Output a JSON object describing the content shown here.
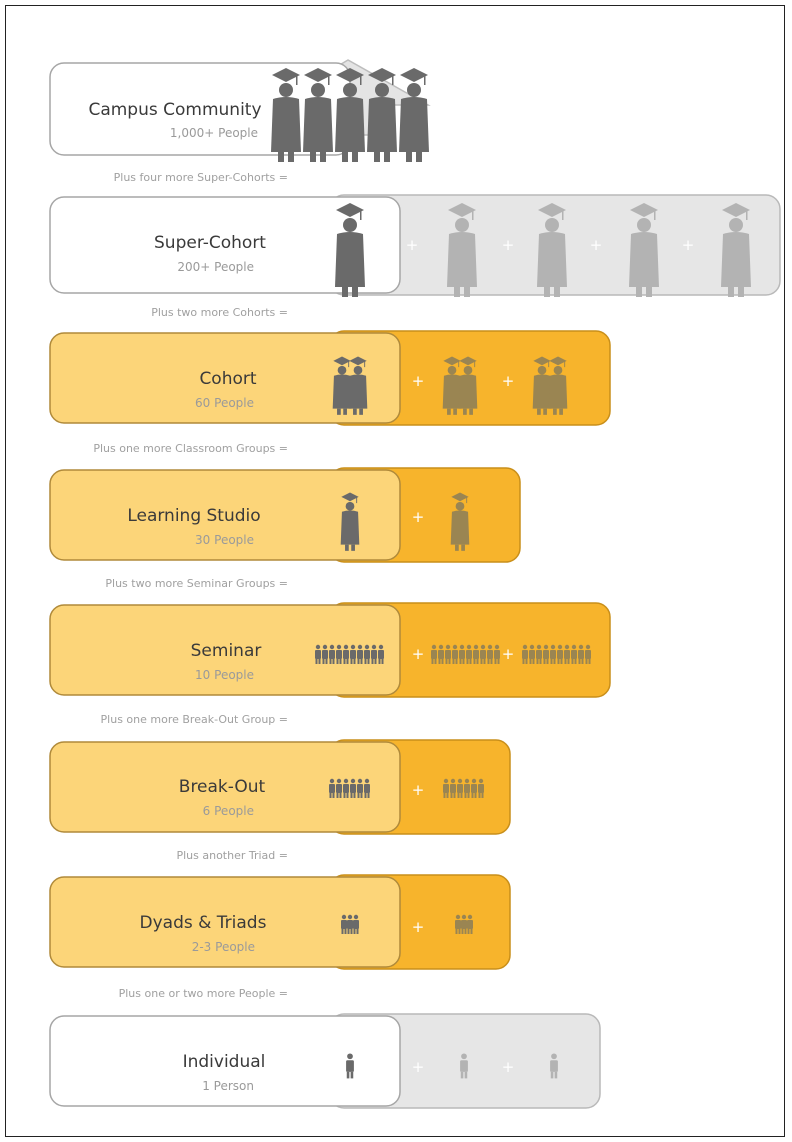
{
  "levels": [
    {
      "title": "Campus Community",
      "count": "1,000+ People"
    },
    {
      "title": "Super-Cohort",
      "count": "200+ People"
    },
    {
      "title": "Cohort",
      "count": "60 People"
    },
    {
      "title": "Learning Studio",
      "count": "30 People"
    },
    {
      "title": "Seminar",
      "count": "10 People"
    },
    {
      "title": "Break-Out",
      "count": "6 People"
    },
    {
      "title": "Dyads & Triads",
      "count": "2-3 People"
    },
    {
      "title": "Individual",
      "count": "1 Person"
    }
  ],
  "connectors": [
    "Plus four more Super-Cohorts =",
    "Plus two more Cohorts =",
    "Plus one more Classroom Groups =",
    "Plus two more Seminar Groups =",
    "Plus one more Break-Out Group =",
    "Plus another Triad =",
    "Plus one or two more People ="
  ],
  "plus_sign": "+",
  "colors": {
    "orange_light": "#fcd579",
    "orange_dark": "#f7b42c",
    "gray_panel": "#e6e6e6",
    "figure_dark": "#6a6a6a",
    "figure_light": "#b3b3b3",
    "figure_olive": "#9a8552",
    "arrow_gray": "#e2e2e2"
  },
  "icons": [
    "graduate-icon",
    "person-icon"
  ]
}
